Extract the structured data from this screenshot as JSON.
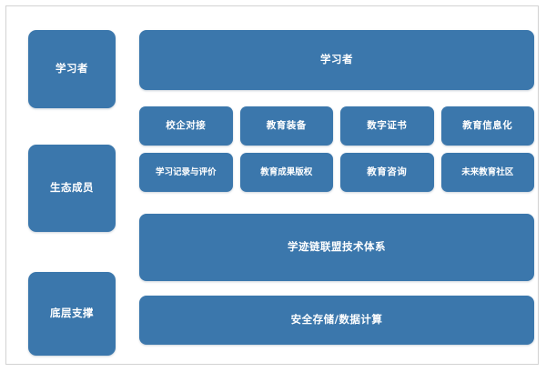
{
  "diagram": {
    "title_text": "",
    "colors": {
      "node_fill": "#3b77ac",
      "node_text": "#ffffff",
      "frame_border": "#d2d2d2",
      "background": "#ffffff"
    },
    "stages": [
      {
        "label": "学习者"
      },
      {
        "label": "生态成员"
      },
      {
        "label": "底层支撑"
      }
    ],
    "learner_bar": {
      "label": "学习者"
    },
    "members": [
      {
        "label": "校企对接"
      },
      {
        "label": "教育装备"
      },
      {
        "label": "数字证书"
      },
      {
        "label": "教育信息化"
      },
      {
        "label": "学习记录与评价"
      },
      {
        "label": "教育成果版权"
      },
      {
        "label": "教育咨询"
      },
      {
        "label": "未来教育社区"
      }
    ],
    "tech_bar": {
      "label": "学迹链联盟技术体系"
    },
    "storage_bar": {
      "label": "安全存储/数据计算"
    }
  }
}
